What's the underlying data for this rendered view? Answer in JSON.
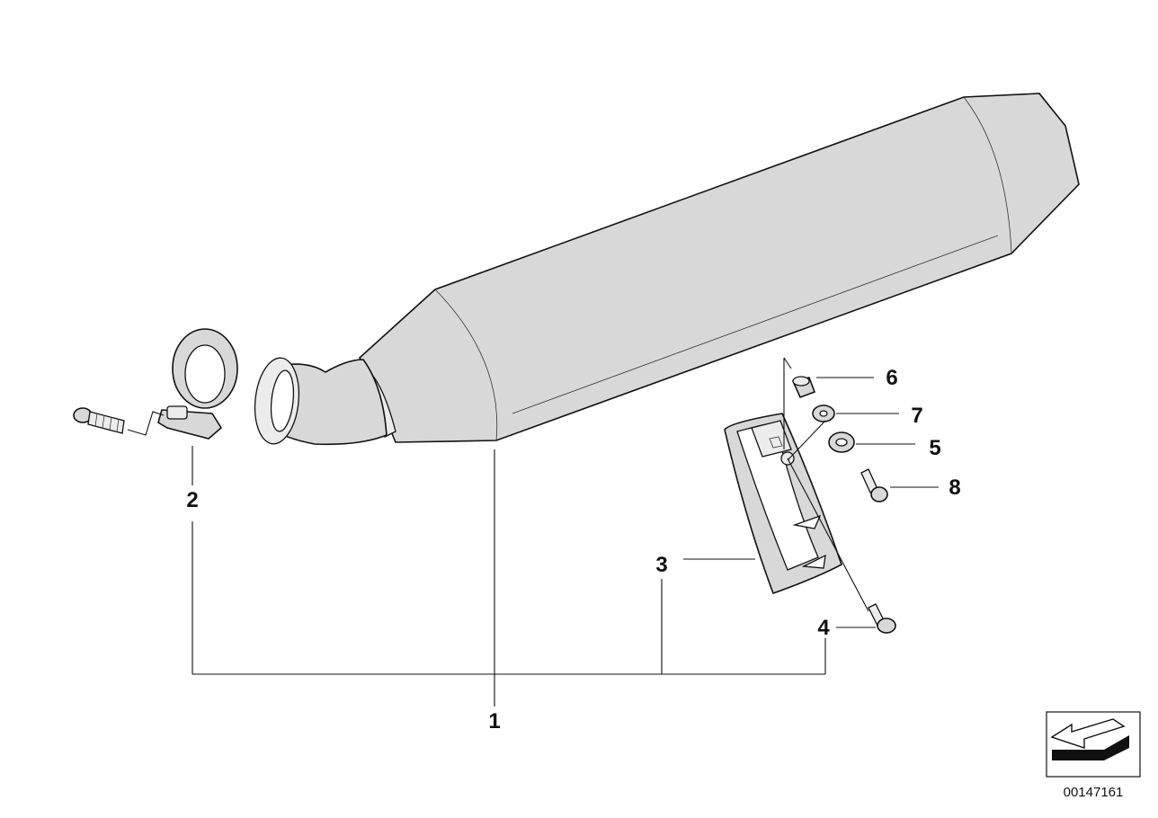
{
  "callouts": {
    "c1": "1",
    "c2": "2",
    "c3": "3",
    "c4": "4",
    "c5": "5",
    "c6": "6",
    "c7": "7",
    "c8": "8"
  },
  "document_number": "00147161",
  "icons": {
    "orientation": "direction-arrow-icon"
  },
  "colors": {
    "line": "#111111",
    "part_fill": "#d8d8d8",
    "background": "#ffffff"
  }
}
